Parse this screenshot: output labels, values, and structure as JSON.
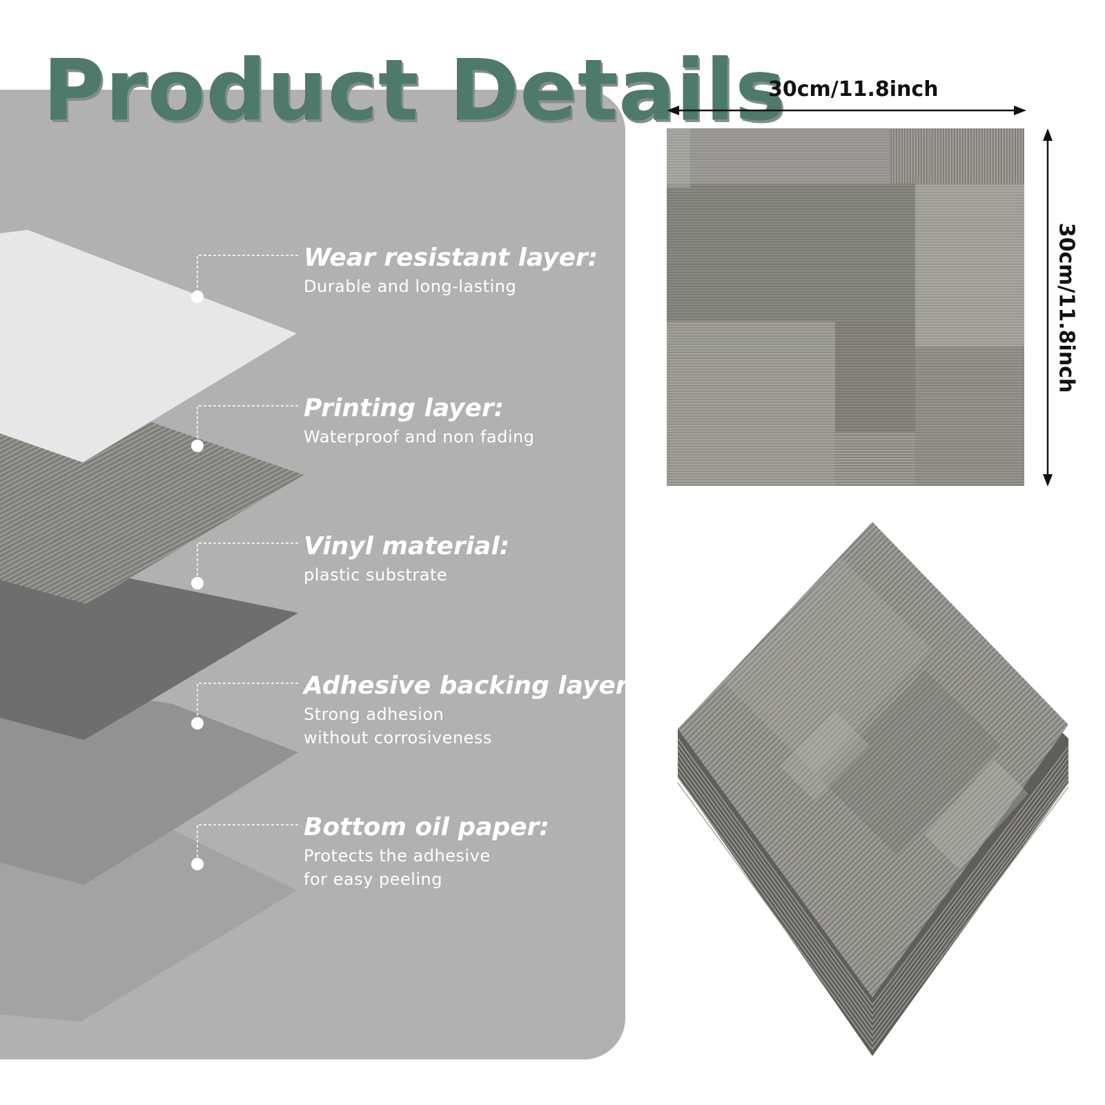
{
  "title": "Product Details",
  "layers": [
    {
      "title": "Wear resistant layer:",
      "description": [
        "Durable and long-lasting"
      ]
    },
    {
      "title": "Printing layer:",
      "description": [
        "Waterproof and non fading"
      ]
    },
    {
      "title": "Vinyl material:",
      "description": [
        "plastic substrate"
      ]
    },
    {
      "title": "Adhesive backing layer:",
      "description": [
        "Strong adhesion",
        "without corrosiveness"
      ]
    },
    {
      "title": "Bottom oil paper:",
      "description": [
        "Protects the adhesive",
        "for easy peeling"
      ]
    }
  ],
  "dimensions": {
    "width_label": "30cm/11.8inch",
    "height_label": "30cm/11.8inch"
  },
  "colors": {
    "title": "#4d7a6b",
    "panel": "#b1b1b1",
    "label_text": "#ffffff",
    "tile": "#8e8d88"
  }
}
